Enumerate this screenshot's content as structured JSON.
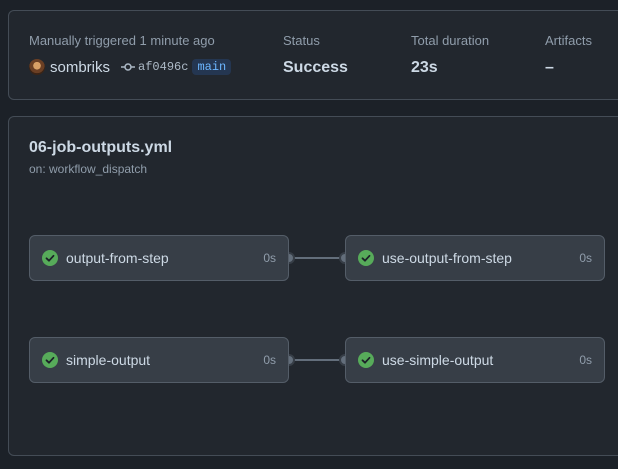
{
  "summary": {
    "trigger_text": "Manually triggered 1 minute ago",
    "actor": "sombriks",
    "commit_sha": "af0496c",
    "branch": "main",
    "status_label": "Status",
    "status_value": "Success",
    "duration_label": "Total duration",
    "duration_value": "23s",
    "artifacts_label": "Artifacts",
    "artifacts_value": "–"
  },
  "workflow": {
    "title": "06-job-outputs.yml",
    "trigger": "on: workflow_dispatch"
  },
  "jobs": [
    {
      "name": "output-from-step",
      "duration": "0s"
    },
    {
      "name": "use-output-from-step",
      "duration": "0s"
    },
    {
      "name": "simple-output",
      "duration": "0s"
    },
    {
      "name": "use-simple-output",
      "duration": "0s"
    }
  ],
  "colors": {
    "success": "#57ab5a",
    "branch_text": "#6cb6ff"
  }
}
